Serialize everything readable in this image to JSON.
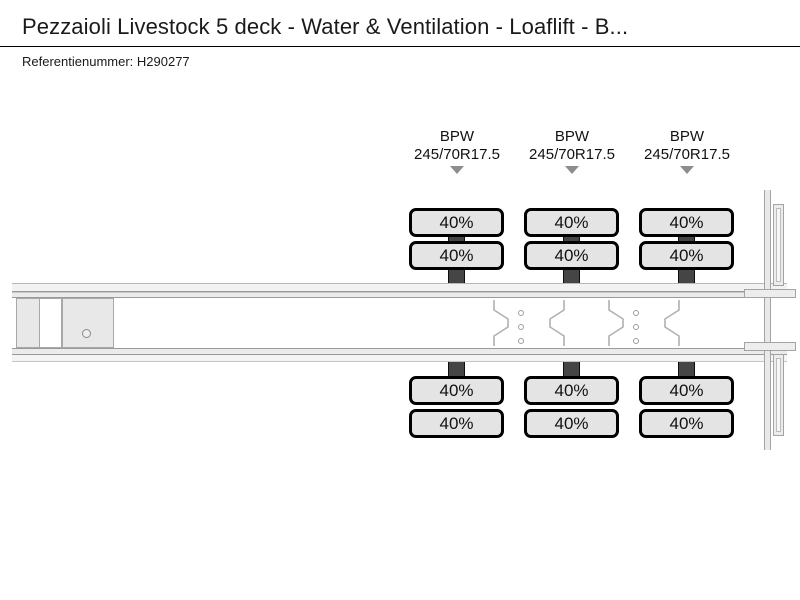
{
  "header": {
    "title": "Pezzaioli Livestock 5 deck - Water & Ventilation - Loaflift - B...",
    "reference_label": "Referentienummer: H290277"
  },
  "diagram": {
    "name": "trailer-tyre-condition-diagram",
    "axle_count": 3,
    "axle_groups": [
      {
        "id": "axle-1",
        "brand": "BPW",
        "size": "245/70R17.5",
        "arrow_icon": "triangle-down-icon",
        "tyres": [
          {
            "position": "top-outer",
            "value": "40%"
          },
          {
            "position": "top-inner",
            "value": "40%"
          },
          {
            "position": "bottom-inner",
            "value": "40%"
          },
          {
            "position": "bottom-outer",
            "value": "40%"
          }
        ]
      },
      {
        "id": "axle-2",
        "brand": "BPW",
        "size": "245/70R17.5",
        "arrow_icon": "triangle-down-icon",
        "tyres": [
          {
            "position": "top-outer",
            "value": "40%"
          },
          {
            "position": "top-inner",
            "value": "40%"
          },
          {
            "position": "bottom-inner",
            "value": "40%"
          },
          {
            "position": "bottom-outer",
            "value": "40%"
          }
        ]
      },
      {
        "id": "axle-3",
        "brand": "BPW",
        "size": "245/70R17.5",
        "arrow_icon": "triangle-down-icon",
        "tyres": [
          {
            "position": "top-outer",
            "value": "40%"
          },
          {
            "position": "top-inner",
            "value": "40%"
          },
          {
            "position": "bottom-inner",
            "value": "40%"
          },
          {
            "position": "bottom-outer",
            "value": "40%"
          }
        ]
      }
    ],
    "chassis": {
      "kingpin_icon": "kingpin-circle-icon",
      "hanger_bolt_count": 3
    }
  },
  "colors": {
    "background": "#ffffff",
    "text": "#111111",
    "rule": "#000000",
    "tyre_box_fill": "#e4e4e4",
    "tyre_box_border": "#000000",
    "axle_stem": "#454545",
    "chassis_line": "#9a9a9a",
    "arrow": "#8d8d8d"
  }
}
